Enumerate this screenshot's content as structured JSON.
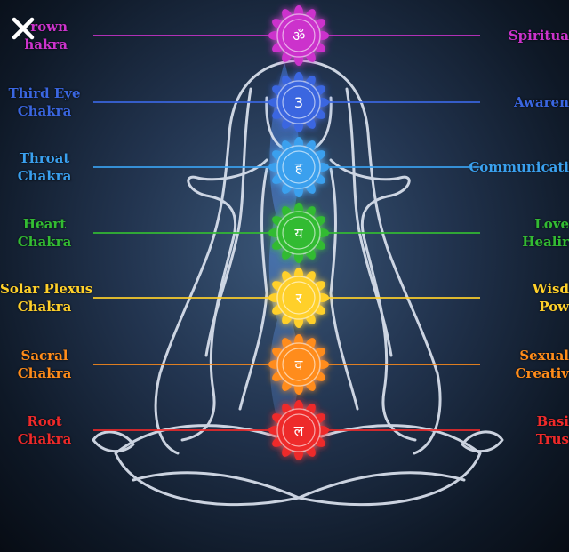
{
  "close_icon": "close-icon",
  "chakras": [
    {
      "left": [
        "rown",
        "hakra"
      ],
      "right": "Spiritua",
      "color": "#cc33cc",
      "symbol": "ॐ"
    },
    {
      "left": [
        "Third Eye",
        "Chakra"
      ],
      "right": "Awaren",
      "color": "#3a66e0",
      "symbol": "3"
    },
    {
      "left": [
        "Throat",
        "Chakra"
      ],
      "right": "Communicati",
      "color": "#3aa0ee",
      "symbol": "ह"
    },
    {
      "left": [
        "Heart",
        "Chakra"
      ],
      "right": [
        "Love",
        "Healir"
      ],
      "color": "#33bb33",
      "symbol": "य"
    },
    {
      "left": [
        "Solar Plexus",
        "Chakra"
      ],
      "right": [
        "Wisd",
        "Pow"
      ],
      "color": "#ffd02a",
      "symbol": "र"
    },
    {
      "left": [
        "Sacral",
        "Chakra"
      ],
      "right": [
        "Sexual",
        "Creativ"
      ],
      "color": "#ff8c1a",
      "symbol": "व"
    },
    {
      "left": [
        "Root",
        "Chakra"
      ],
      "right": [
        "Basi",
        "Trus"
      ],
      "color": "#ee2a2a",
      "symbol": "ल"
    }
  ]
}
